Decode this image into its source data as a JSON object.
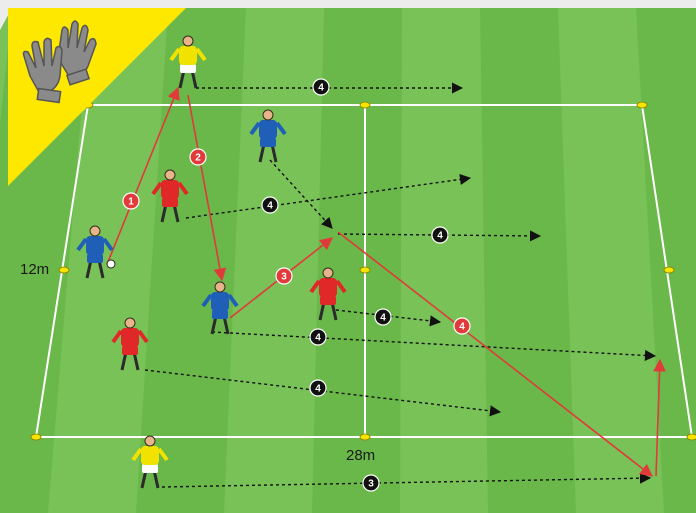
{
  "labels": {
    "width": "12m",
    "length": "28m"
  },
  "badge": {
    "icon": "goalkeeper-gloves-icon",
    "color": "#ffe800"
  },
  "colors": {
    "grass_light": "#79c257",
    "grass_dark": "#6ab84a",
    "pass_line": "#e03a3a",
    "run_line": "#111111",
    "team_red": "#e02828",
    "team_blue": "#1f5fb8",
    "neutral": "#f2e200"
  },
  "players": [
    {
      "team": "neutral",
      "role": "neutral-player"
    },
    {
      "team": "neutral",
      "role": "neutral-player"
    },
    {
      "team": "blue",
      "role": "blue-player"
    },
    {
      "team": "blue",
      "role": "blue-player"
    },
    {
      "team": "blue",
      "role": "blue-player"
    },
    {
      "team": "red",
      "role": "red-player"
    },
    {
      "team": "red",
      "role": "red-player"
    },
    {
      "team": "red",
      "role": "red-player"
    }
  ],
  "step_markers": {
    "passes": [
      "1",
      "2",
      "3",
      "4"
    ],
    "runs": [
      "4",
      "4",
      "4",
      "4",
      "4",
      "4",
      "3"
    ]
  }
}
